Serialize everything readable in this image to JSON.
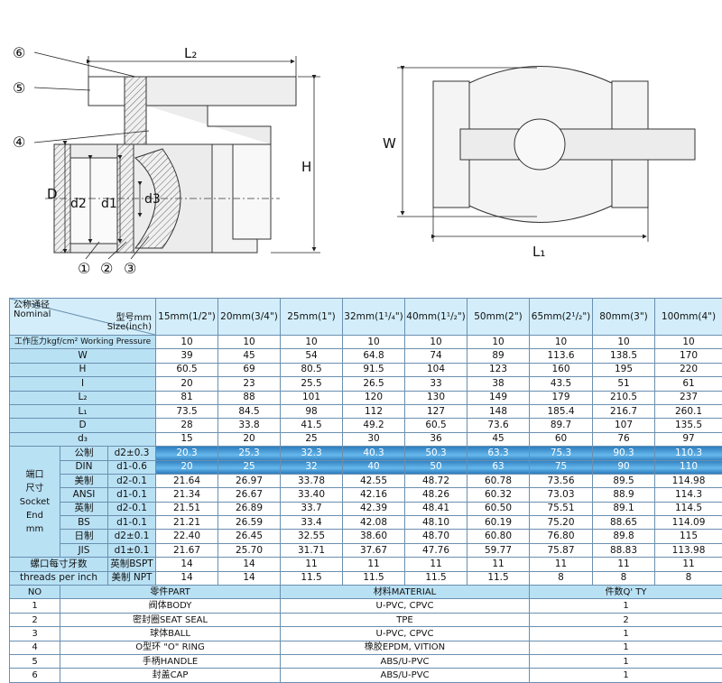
{
  "drawing": {
    "callouts": [
      "⑥",
      "⑤",
      "④",
      "①",
      "②",
      "③"
    ],
    "dims_left": {
      "L2": "L₂",
      "H": "H",
      "D": "D",
      "d2": "d2",
      "d1": "d1",
      "d3": "d3"
    },
    "dims_right": {
      "W": "W",
      "L1": "L₁"
    }
  },
  "table": {
    "header": {
      "nominal_cn": "公称通径",
      "nominal_en": "Nominal",
      "size_cn": "型号mm",
      "size_en": "Size(inch)",
      "columns": [
        "15mm(1/2\")",
        "20mm(3/4\")",
        "25mm(1\")",
        "32mm(1¹/₄\")",
        "40mm(1¹/₂\")",
        "50mm(2\")",
        "65mm(2¹/₂\")",
        "80mm(3\")",
        "100mm(4\")"
      ]
    },
    "pressure": {
      "label": "工作压力kgf/cm² Working Pressure",
      "values": [
        "10",
        "10",
        "10",
        "10",
        "10",
        "10",
        "10",
        "10",
        "10"
      ]
    },
    "dim_rows": [
      {
        "label": "W",
        "values": [
          "39",
          "45",
          "54",
          "64.8",
          "74",
          "89",
          "113.6",
          "138.5",
          "170"
        ]
      },
      {
        "label": "H",
        "values": [
          "60.5",
          "69",
          "80.5",
          "91.5",
          "104",
          "123",
          "160",
          "195",
          "220"
        ]
      },
      {
        "label": "I",
        "values": [
          "20",
          "23",
          "25.5",
          "26.5",
          "33",
          "38",
          "43.5",
          "51",
          "61"
        ]
      },
      {
        "label": "L₂",
        "values": [
          "81",
          "88",
          "101",
          "120",
          "130",
          "149",
          "179",
          "210.5",
          "237"
        ]
      },
      {
        "label": "L₁",
        "values": [
          "73.5",
          "84.5",
          "98",
          "112",
          "127",
          "148",
          "185.4",
          "216.7",
          "260.1"
        ]
      },
      {
        "label": "D",
        "values": [
          "28",
          "33.8",
          "41.5",
          "49.2",
          "60.5",
          "73.6",
          "89.7",
          "107",
          "135.5"
        ]
      },
      {
        "label": "d₃",
        "values": [
          "15",
          "20",
          "25",
          "30",
          "36",
          "45",
          "60",
          "76",
          "97"
        ]
      }
    ],
    "socket_label": [
      "端口",
      "尺寸",
      "Socket",
      "End",
      "mm"
    ],
    "socket_rows": [
      {
        "std": "公制",
        "param": "d2±0.3",
        "values": [
          "20.3",
          "25.3",
          "32.3",
          "40.3",
          "50.3",
          "63.3",
          "75.3",
          "90.3",
          "110.3"
        ]
      },
      {
        "std": "DIN",
        "param": "d1-0.6",
        "values": [
          "20",
          "25",
          "32",
          "40",
          "50",
          "63",
          "75",
          "90",
          "110"
        ]
      },
      {
        "std": "美制",
        "param": "d2-0.1",
        "values": [
          "21.64",
          "26.97",
          "33.78",
          "42.55",
          "48.72",
          "60.78",
          "73.56",
          "89.5",
          "114.98"
        ]
      },
      {
        "std": "ANSI",
        "param": "d1-0.1",
        "values": [
          "21.34",
          "26.67",
          "33.40",
          "42.16",
          "48.26",
          "60.32",
          "73.03",
          "88.9",
          "114.3"
        ]
      },
      {
        "std": "英制",
        "param": "d2-0.1",
        "values": [
          "21.51",
          "26.89",
          "33.7",
          "42.39",
          "48.41",
          "60.50",
          "75.51",
          "89.1",
          "114.5"
        ]
      },
      {
        "std": "BS",
        "param": "d1-0.1",
        "values": [
          "21.21",
          "26.59",
          "33.4",
          "42.08",
          "48.10",
          "60.19",
          "75.20",
          "88.65",
          "114.09"
        ]
      },
      {
        "std": "日制",
        "param": "d2±0.1",
        "values": [
          "22.40",
          "26.45",
          "32.55",
          "38.60",
          "48.70",
          "60.80",
          "76.80",
          "89.8",
          "115"
        ]
      },
      {
        "std": "JIS",
        "param": "d1±0.1",
        "values": [
          "21.67",
          "25.70",
          "31.71",
          "37.67",
          "47.76",
          "59.77",
          "75.87",
          "88.83",
          "113.98"
        ]
      }
    ],
    "threads": [
      {
        "label": "螺口每寸牙数",
        "std": "英制BSPT",
        "values": [
          "14",
          "14",
          "11",
          "11",
          "11",
          "11",
          "11",
          "11",
          "11"
        ]
      },
      {
        "label": "threads per inch",
        "std": "美制 NPT",
        "values": [
          "14",
          "14",
          "11.5",
          "11.5",
          "11.5",
          "11.5",
          "8",
          "8",
          "8"
        ]
      }
    ],
    "parts_header": {
      "no": "NO",
      "part": "零件PART",
      "material": "材料MATERIAL",
      "qty": "件数Q' TY"
    },
    "parts": [
      {
        "no": "1",
        "part": "阀体BODY",
        "material": "U-PVC, CPVC",
        "qty": "1"
      },
      {
        "no": "2",
        "part": "密封圈SEAT SEAL",
        "material": "TPE",
        "qty": "2"
      },
      {
        "no": "3",
        "part": "球体BALL",
        "material": "U-PVC, CPVC",
        "qty": "1"
      },
      {
        "no": "4",
        "part": "O型环 \"O\" RING",
        "material": "橡胶EPDM, VITION",
        "qty": "1"
      },
      {
        "no": "5",
        "part": "手柄HANDLE",
        "material": "ABS/U-PVC",
        "qty": "1"
      },
      {
        "no": "6",
        "part": "封盖CAP",
        "material": "ABS/U-PVC",
        "qty": "1"
      }
    ]
  }
}
